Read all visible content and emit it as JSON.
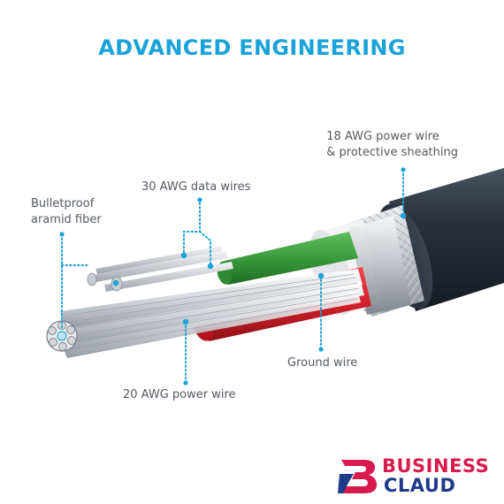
{
  "headline": "ADVANCED ENGINEERING",
  "labels": {
    "power_18awg_line1": "18 AWG power wire",
    "power_18awg_line2": "& protective sheathing",
    "data_30awg": "30 AWG data wires",
    "aramid_line1": "Bulletproof",
    "aramid_line2": "aramid fiber",
    "ground": "Ground wire",
    "power_20awg": "20 AWG power wire"
  },
  "logo": {
    "word_top": "BUSINESS",
    "word_bottom": "CLAUD"
  },
  "colors": {
    "accent": "#1aa3d8",
    "label_text": "#555a60",
    "outer_jacket": "#2b323d",
    "braid": "#c9ccd1",
    "green_wire": "#3a9a3d",
    "red_wire": "#d3202a",
    "copper_strands": "#d9dde2",
    "logo_red": "#d81b4f",
    "logo_blue": "#1e3a8a"
  }
}
